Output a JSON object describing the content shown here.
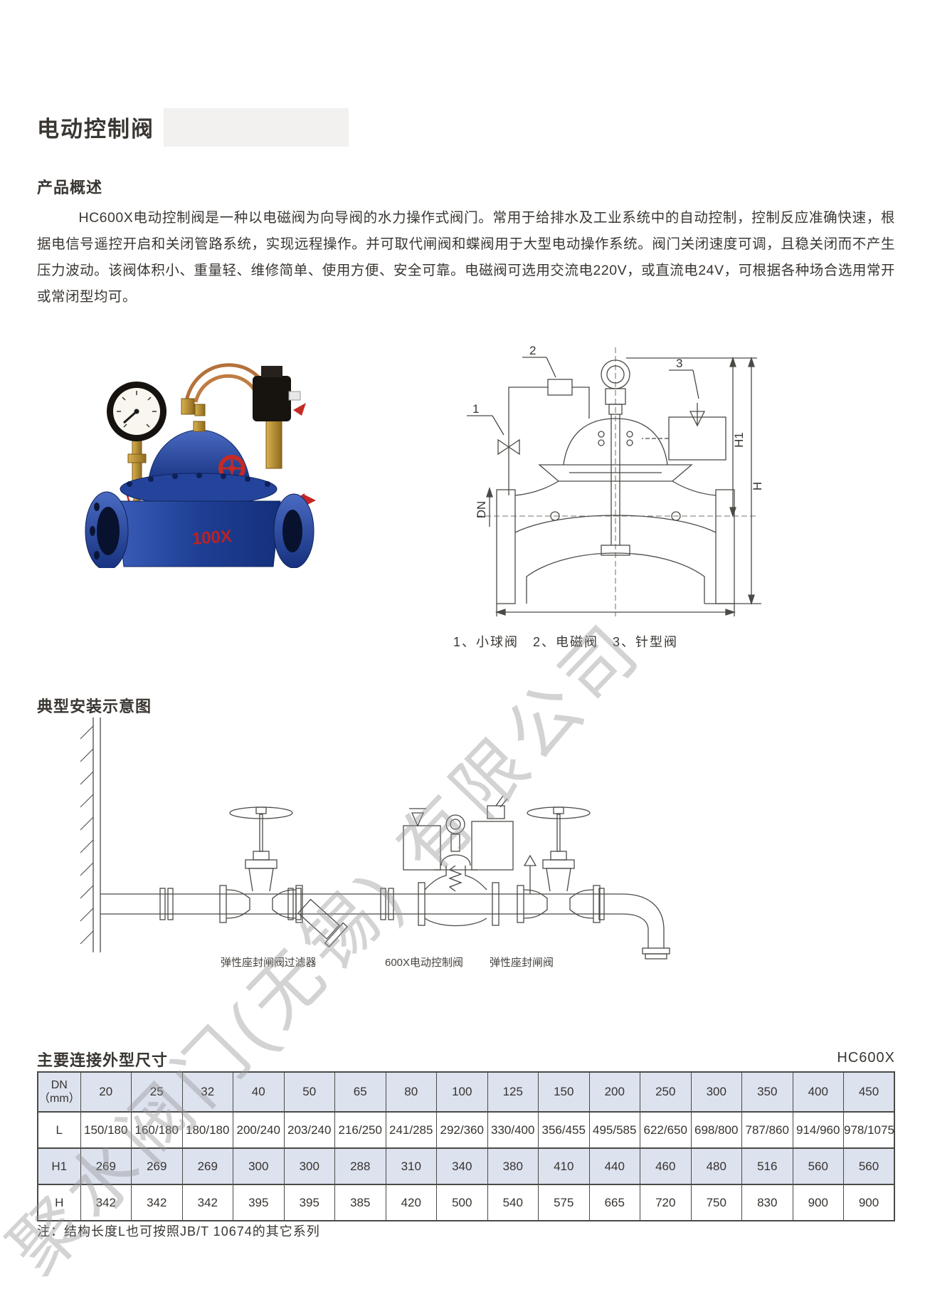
{
  "page": {
    "title": "电动控制阀",
    "watermark": "聚水阀门(无锡) 有限公司"
  },
  "overview": {
    "heading": "产品概述",
    "paragraph": "HC600X电动控制阀是一种以电磁阀为向导阀的水力操作式阀门。常用于给排水及工业系统中的自动控制，控制反应准确快速，根据电信号遥控开启和关闭管路系统，实现远程操作。并可取代闸阀和蝶阀用于大型电动操作系统。阀门关闭速度可调，且稳关闭而不产生压力波动。该阀体积小、重量轻、维修简单、使用方便、安全可靠。电磁阀可选用交流电220V，或直流电24V，可根据各种场合选用常开或常闭型均可。"
  },
  "photo": {
    "body_marking": "100X"
  },
  "structure_diagram": {
    "callout_1": "1",
    "callout_2": "2",
    "callout_3": "3",
    "dim_dn": "DN",
    "dim_h1": "H1",
    "dim_h": "H",
    "caption": "1、小球阀　2、电磁阀　3、针型阀"
  },
  "installation": {
    "heading": "典型安装示意图",
    "labels": [
      "弹性座封闸阀",
      "过滤器",
      "600X电动控制阀",
      "弹性座封闸阀"
    ]
  },
  "dimensions": {
    "heading": "主要连接外型尺寸",
    "model": "HC600X",
    "note": "注：结构长度L也可按照JB/T 10674的其它系列",
    "table": {
      "corner_line1": "DN",
      "corner_line2": "（mm）",
      "dn": [
        "20",
        "25",
        "32",
        "40",
        "50",
        "65",
        "80",
        "100",
        "125",
        "150",
        "200",
        "250",
        "300",
        "350",
        "400",
        "450"
      ],
      "rows": [
        {
          "label": "L",
          "values": [
            "150/180",
            "160/180",
            "180/180",
            "200/240",
            "203/240",
            "216/250",
            "241/285",
            "292/360",
            "330/400",
            "356/455",
            "495/585",
            "622/650",
            "698/800",
            "787/860",
            "914/960",
            "978/1075"
          ]
        },
        {
          "label": "H1",
          "values": [
            "269",
            "269",
            "269",
            "300",
            "300",
            "288",
            "310",
            "340",
            "380",
            "410",
            "440",
            "460",
            "480",
            "516",
            "560",
            "560"
          ]
        },
        {
          "label": "H",
          "values": [
            "342",
            "342",
            "342",
            "395",
            "395",
            "385",
            "420",
            "500",
            "540",
            "575",
            "665",
            "720",
            "750",
            "830",
            "900",
            "900"
          ]
        }
      ]
    }
  },
  "colors": {
    "text": "#3a3632",
    "line_art": "#4a4a46",
    "table_shade": "#dde2ef",
    "valve_blue": "#1f3f95",
    "brass": "#b08a2e",
    "copper": "#b4713a",
    "accent_red": "#c32b24"
  }
}
